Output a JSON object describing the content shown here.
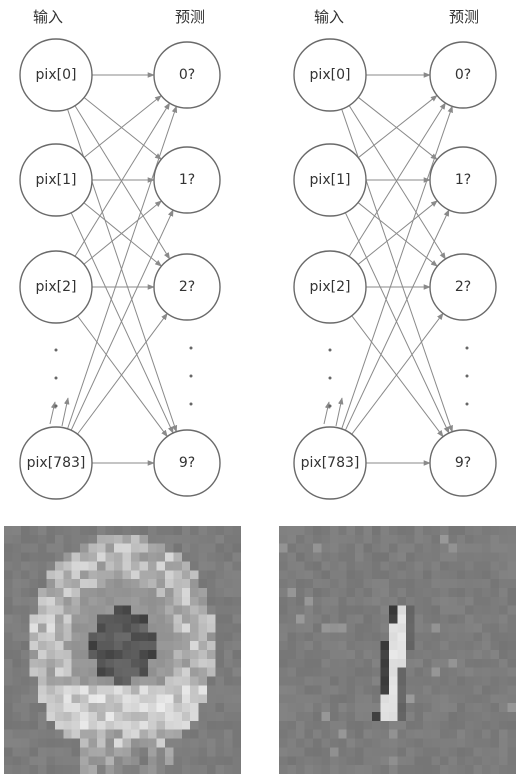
{
  "panels": [
    {
      "id": "left",
      "header_input": "输入",
      "header_pred": "预测",
      "inputs": [
        "pix[0]",
        "pix[1]",
        "pix[2]",
        "pix[783]"
      ],
      "outputs": [
        "0?",
        "1?",
        "2?",
        "9?"
      ],
      "heatmap_pattern": "zero"
    },
    {
      "id": "right",
      "header_input": "输入",
      "header_pred": "预测",
      "inputs": [
        "pix[0]",
        "pix[1]",
        "pix[2]",
        "pix[783]"
      ],
      "outputs": [
        "0?",
        "1?",
        "2?",
        "9?"
      ],
      "heatmap_pattern": "one"
    }
  ],
  "colors": {
    "stroke": "#6a6a6a",
    "edge": "#8a8a8a",
    "heatmap_bg": "#7c7c7c"
  }
}
